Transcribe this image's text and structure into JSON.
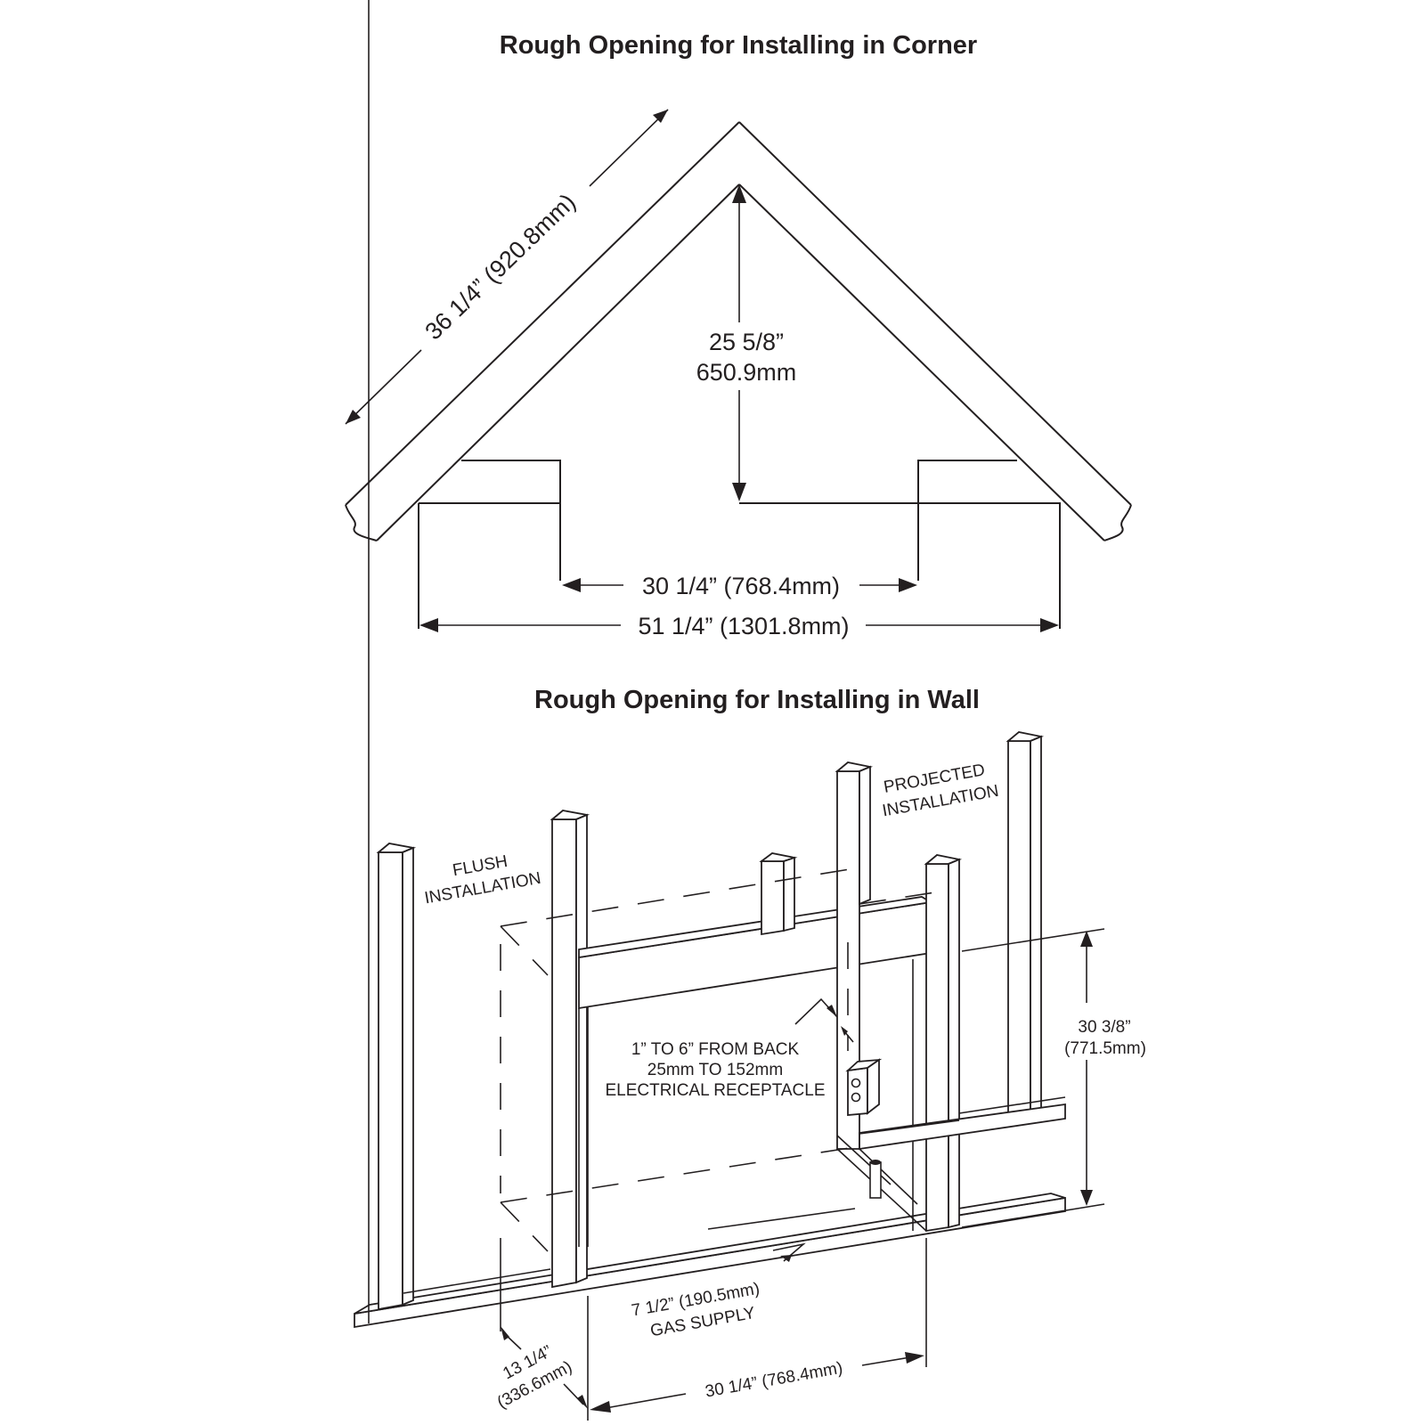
{
  "corner_section": {
    "title": "Rough Opening for Installing in Corner",
    "dimensions": {
      "diagonal": "36 1/4” (920.8mm)",
      "depth_in": "25 5/8”",
      "depth_mm": "650.9mm",
      "inner_width": "30 1/4” (768.4mm)",
      "outer_width": "51 1/4” (1301.8mm)"
    }
  },
  "wall_section": {
    "title": "Rough Opening for Installing in Wall",
    "labels": {
      "flush_line1": "FLUSH",
      "flush_line2": "INSTALLATION",
      "projected_line1": "PROJECTED",
      "projected_line2": "INSTALLATION",
      "receptacle_line1": "1” TO 6” FROM BACK",
      "receptacle_line2": "25mm TO 152mm",
      "receptacle_line3": "ELECTRICAL RECEPTACLE",
      "gas_line1": "7 1/2” (190.5mm)",
      "gas_line2": "GAS SUPPLY"
    },
    "dimensions": {
      "height_in": "30 3/8”",
      "height_mm": "(771.5mm)",
      "depth_in": "13 1/4”",
      "depth_mm": "(336.6mm)",
      "width": "30 1/4” (768.4mm)"
    }
  }
}
